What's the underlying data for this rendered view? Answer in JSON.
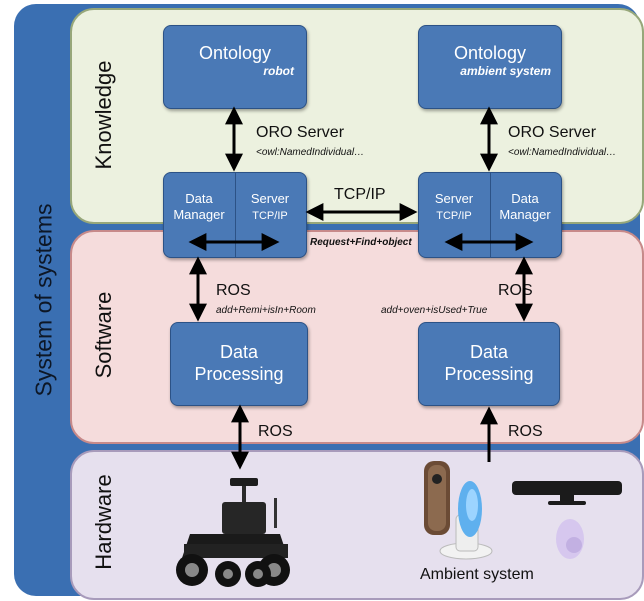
{
  "outer": {
    "label": "System of systems"
  },
  "layers": {
    "knowledge": "Knowledge",
    "software": "Software",
    "hardware": "Hardware"
  },
  "boxes": {
    "ontology_robot": {
      "title": "Ontology",
      "subtitle": "robot"
    },
    "ontology_ambient": {
      "title": "Ontology",
      "subtitle": "ambient system"
    },
    "dm_left": {
      "data_manager": "Data Manager",
      "server": "Server",
      "server_sub": "TCP/IP"
    },
    "dm_right": {
      "data_manager": "Data Manager",
      "server": "Server",
      "server_sub": "TCP/IP"
    },
    "dp_left": {
      "title": "Data Processing"
    },
    "dp_right": {
      "title": "Data Processing"
    }
  },
  "labels": {
    "oro_left": "ORO Server",
    "oro_left_sub": "<owl:NamedIndividual…",
    "oro_right": "ORO Server",
    "oro_right_sub": "<owl:NamedIndividual…",
    "tcpip": "TCP/IP",
    "request": "Request+Find+object",
    "ros_left": "ROS",
    "ros_left_sub": "add+Remi+isIn+Room",
    "ros_right": "ROS",
    "ros_right_sub": "add+oven+isUsed+True",
    "ros_bottom_left": "ROS",
    "ros_bottom_right": "ROS",
    "ambient": "Ambient system"
  },
  "colors": {
    "frame": "#3a6fb2",
    "box": "#4a79b6",
    "knowledge": "#ecf1df",
    "software": "#f5dcdc",
    "hardware": "#e6e0ee"
  }
}
